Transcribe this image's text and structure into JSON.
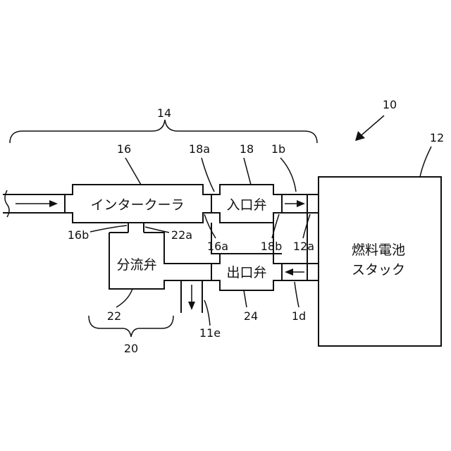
{
  "labels": {
    "system": "10",
    "stack_ref": "12",
    "group_upper": "14",
    "intercooler_ref": "16",
    "inlet_valve_ref": "18",
    "inlet_valve_port": "18a",
    "inlet_passage": "1b",
    "intercooler_port_b": "16b",
    "bypass_port": "22a",
    "intercooler_port_a": "16a",
    "inlet_valve_port_b": "18b",
    "stack_port": "12a",
    "bypass_valve_ref": "22",
    "outlet_valve_ref": "24",
    "outlet_passage": "1d",
    "exhaust_port": "11e",
    "group_lower": "20"
  },
  "blocks": {
    "intercooler": "インタークーラ",
    "inlet_valve": "入口弁",
    "bypass_valve": "分流弁",
    "outlet_valve": "出口弁",
    "stack_line1": "燃料電池",
    "stack_line2": "スタック"
  }
}
